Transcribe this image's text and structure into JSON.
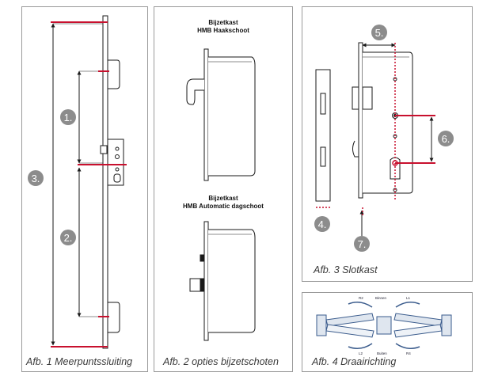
{
  "panel1": {
    "caption": "Afb. 1 Meerpuntssluiting",
    "badges": [
      "3.",
      "1.",
      "2."
    ]
  },
  "panel2": {
    "caption": "Afb. 2 opties bijzetschoten",
    "title_top_line1": "Bijzetkast",
    "title_top_line2": "HMB Haakschoot",
    "title_bottom_line1": "Bijzetkast",
    "title_bottom_line2": "HMB Automatic dagschoot"
  },
  "panel3": {
    "caption": "Afb. 3 Slotkast",
    "badges": [
      "5.",
      "6.",
      "4.",
      "7."
    ]
  },
  "panel4": {
    "caption": "Afb. 4 Draairichting",
    "labels": {
      "r2": "R2",
      "binnen": "Binnen",
      "l1": "L1",
      "l2": "L2",
      "buiten": "Buiten",
      "r4": "R4"
    }
  },
  "colors": {
    "accent_red": "#c8102e",
    "badge_gray": "#8c8c8c",
    "line": "#1a1a1a",
    "blue": "#3a5b8c"
  }
}
